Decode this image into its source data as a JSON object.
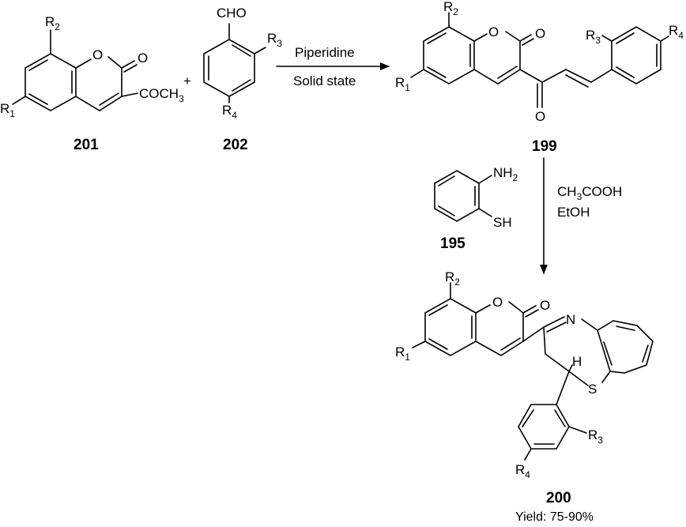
{
  "compounds": {
    "c201": "201",
    "c202": "202",
    "c199": "199",
    "c195": "195",
    "c200": "200"
  },
  "atoms": {
    "O": "O",
    "N": "N",
    "S": "S",
    "H": "H",
    "R": "R",
    "sub1": "1",
    "sub2": "2",
    "sub3": "3",
    "sub4": "4",
    "ac_pre": "COCH",
    "ac_sub": "3",
    "cho": "CHO",
    "nh": "NH",
    "nh_sub": "2",
    "sh": "SH"
  },
  "plus": "+",
  "conditions": {
    "step1_top": "Piperidine",
    "step1_bottom": "Solid state",
    "step2_line1_pre": "CH",
    "step2_line1_sub": "3",
    "step2_line1_post": "COOH",
    "step2_line2": "EtOH"
  },
  "yield_text": "Yield: 75-90%"
}
